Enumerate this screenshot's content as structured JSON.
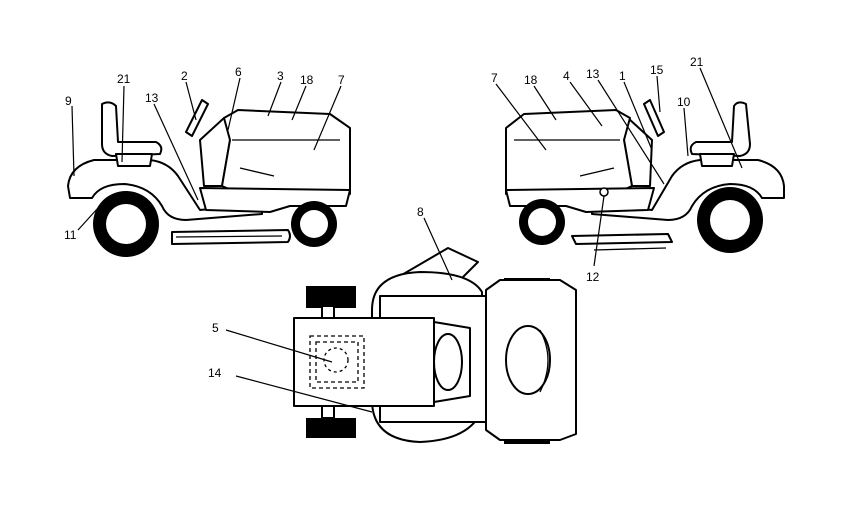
{
  "callouts": {
    "left": {
      "c9": "9",
      "c21": "21",
      "c2": "2",
      "c6": "6",
      "c3": "3",
      "c18": "18",
      "c7": "7",
      "c13": "13",
      "c11": "11"
    },
    "right": {
      "c7": "7",
      "c18": "18",
      "c4": "4",
      "c13": "13",
      "c1": "1",
      "c15": "15",
      "c21": "21",
      "c10": "10",
      "c12": "12"
    },
    "top": {
      "c8": "8",
      "c5": "5",
      "c14": "14"
    }
  }
}
